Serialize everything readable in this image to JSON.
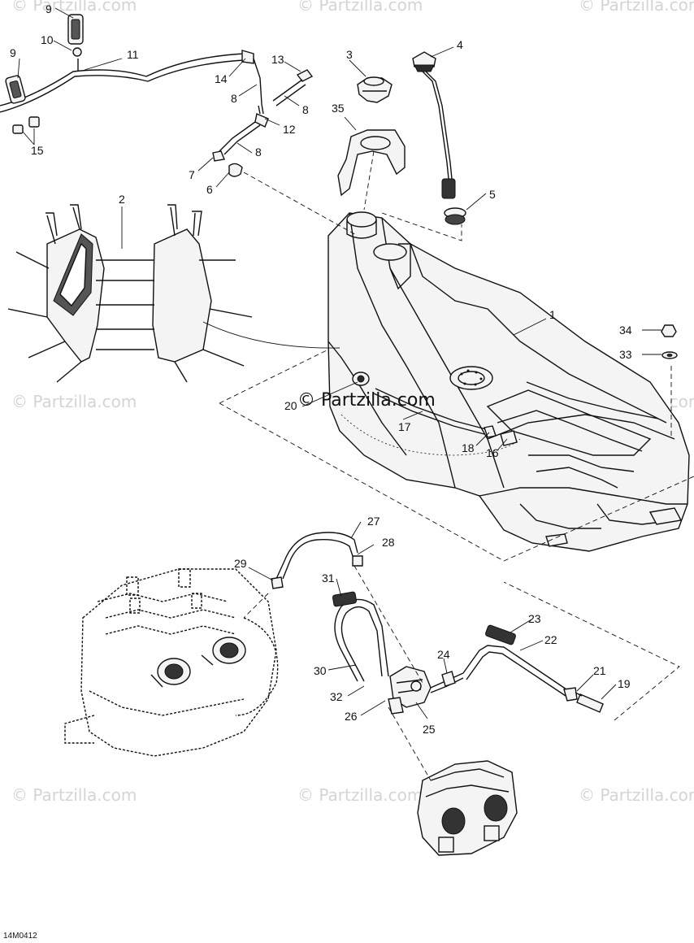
{
  "watermarks": {
    "text": "© Partzilla.com",
    "center_text": "© Partzilla.com"
  },
  "diagram_code": "14M0412",
  "callouts": {
    "c1": "1",
    "c2": "2",
    "c3": "3",
    "c4": "4",
    "c5": "5",
    "c6": "6",
    "c7": "7",
    "c8a": "8",
    "c8b": "8",
    "c8c": "8",
    "c9a": "9",
    "c9b": "9",
    "c10": "10",
    "c11": "11",
    "c12": "12",
    "c13": "13",
    "c14": "14",
    "c15": "15",
    "c16": "16",
    "c17": "17",
    "c18": "18",
    "c19": "19",
    "c20": "20",
    "c21": "21",
    "c22": "22",
    "c23": "23",
    "c24": "24",
    "c25": "25",
    "c26": "26",
    "c27": "27",
    "c28": "28",
    "c29": "29",
    "c30": "30",
    "c31": "31",
    "c32": "32",
    "c33": "33",
    "c34": "34",
    "c35": "35"
  }
}
